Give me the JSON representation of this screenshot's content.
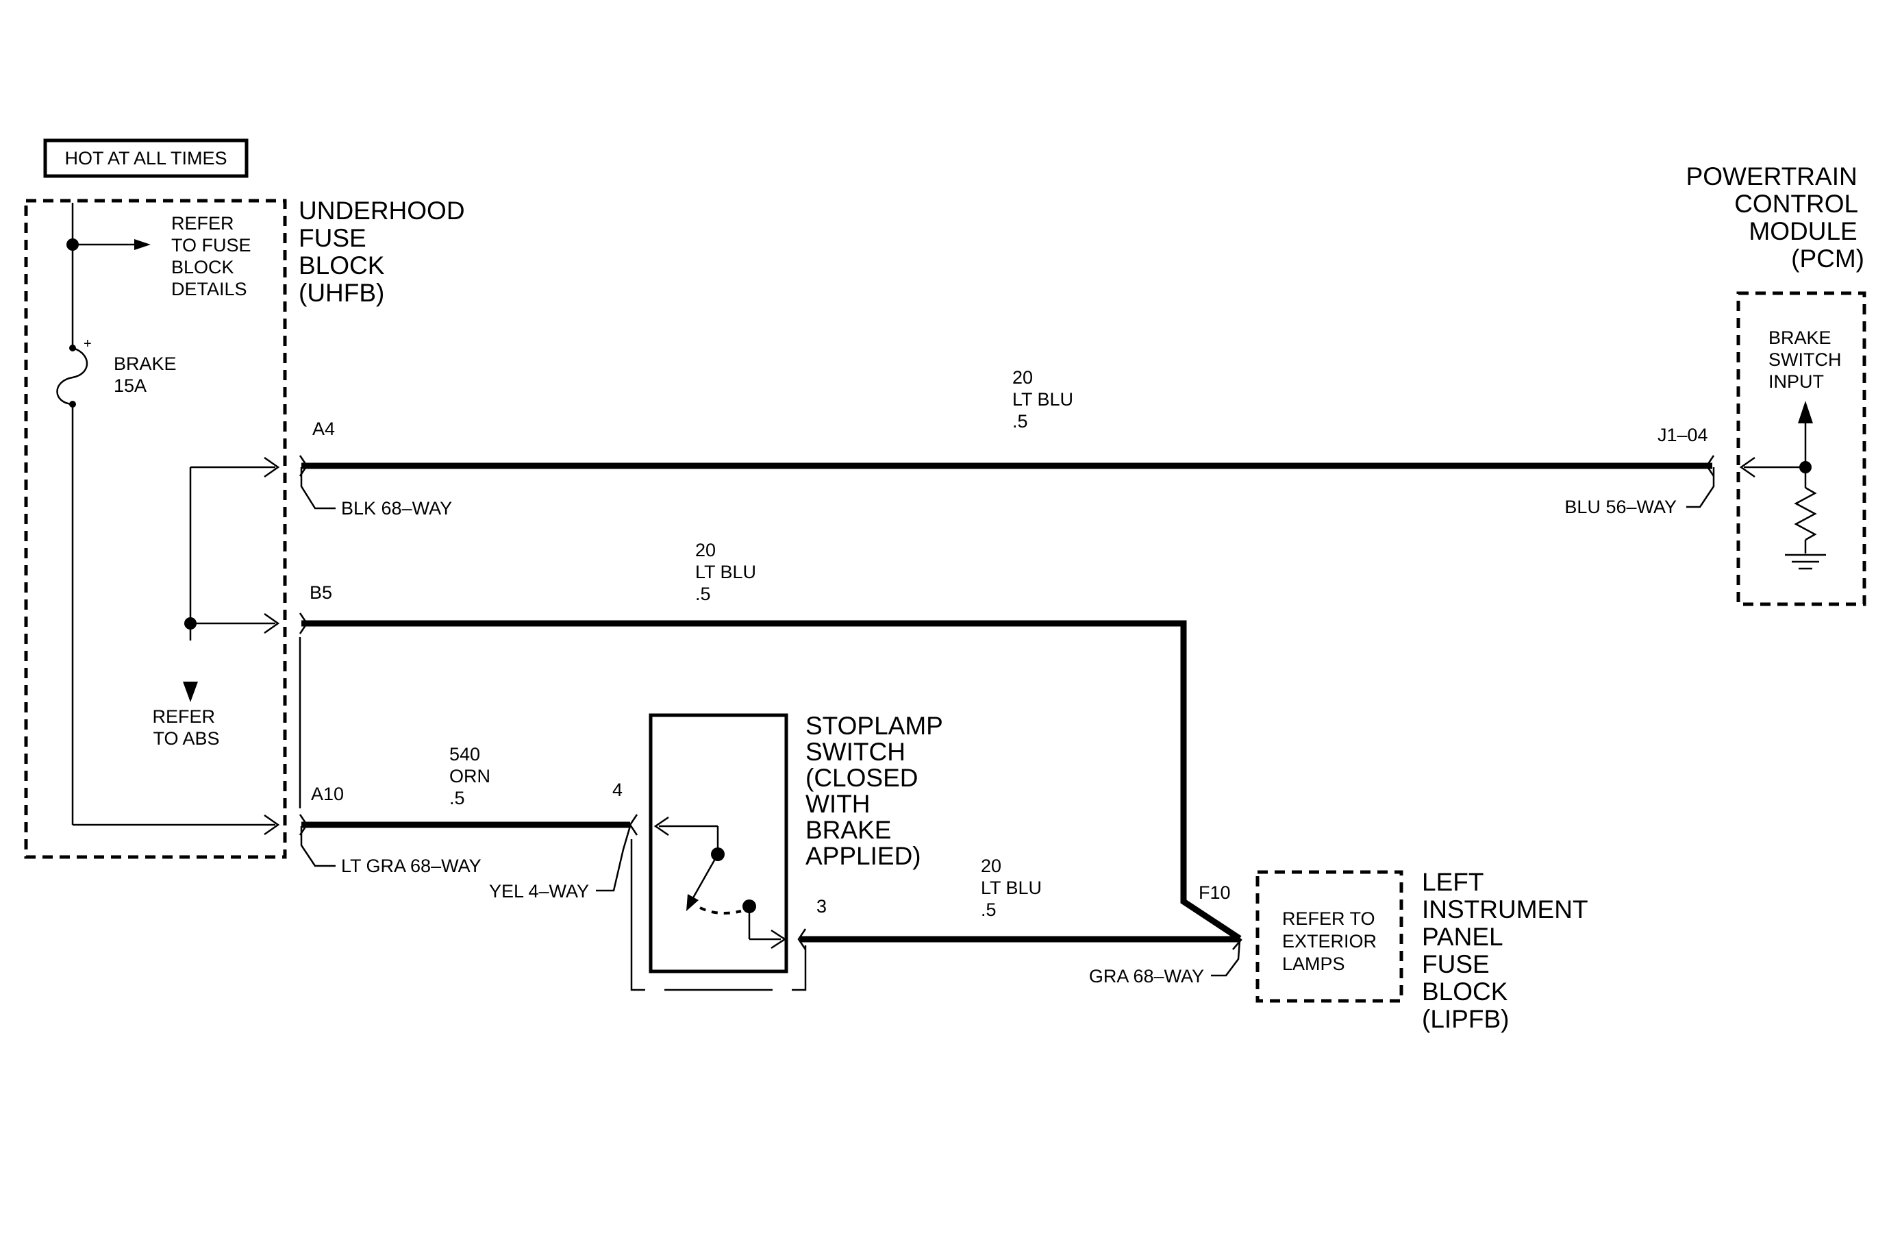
{
  "hot_label": "HOT AT ALL TIMES",
  "uhfb": {
    "title": [
      "UNDERHOOD",
      "FUSE",
      "BLOCK",
      "(UHFB)"
    ],
    "refer_fuse": [
      "REFER",
      "TO FUSE",
      "BLOCK",
      "DETAILS"
    ],
    "fuse_plus": "+",
    "fuse_label": [
      "BRAKE",
      "15A"
    ],
    "refer_abs": [
      "REFER",
      "TO ABS"
    ]
  },
  "pcm": {
    "title": [
      "POWERTRAIN",
      "CONTROL",
      "MODULE",
      "(PCM)"
    ],
    "input_label": [
      "BRAKE",
      "SWITCH",
      "INPUT"
    ],
    "pin": "J1–04",
    "connector": "BLU 56–WAY"
  },
  "circuits": [
    {
      "pin": "A4",
      "wire": [
        "20",
        "LT BLU",
        ".5"
      ],
      "connector": "BLK 68–WAY"
    },
    {
      "pin": "B5",
      "wire": [
        "20",
        "LT BLU",
        ".5"
      ]
    },
    {
      "pin": "A10",
      "wire": [
        "540",
        "ORN",
        ".5"
      ],
      "connector": "LT GRA 68–WAY"
    }
  ],
  "stoplamp": {
    "title": [
      "STOPLAMP",
      "SWITCH",
      "(CLOSED",
      "WITH",
      "BRAKE",
      "APPLIED)"
    ],
    "pin_in": "4",
    "pin_in_connector": "YEL 4–WAY",
    "pin_out": "3",
    "out_wire": [
      "20",
      "LT BLU",
      ".5"
    ]
  },
  "lipfb": {
    "title": [
      "LEFT",
      "INSTRUMENT",
      "PANEL",
      "FUSE",
      "BLOCK",
      "(LIPFB)"
    ],
    "pin": "F10",
    "connector": "GRA 68–WAY",
    "refer": [
      "REFER TO",
      "EXTERIOR",
      "LAMPS"
    ]
  }
}
